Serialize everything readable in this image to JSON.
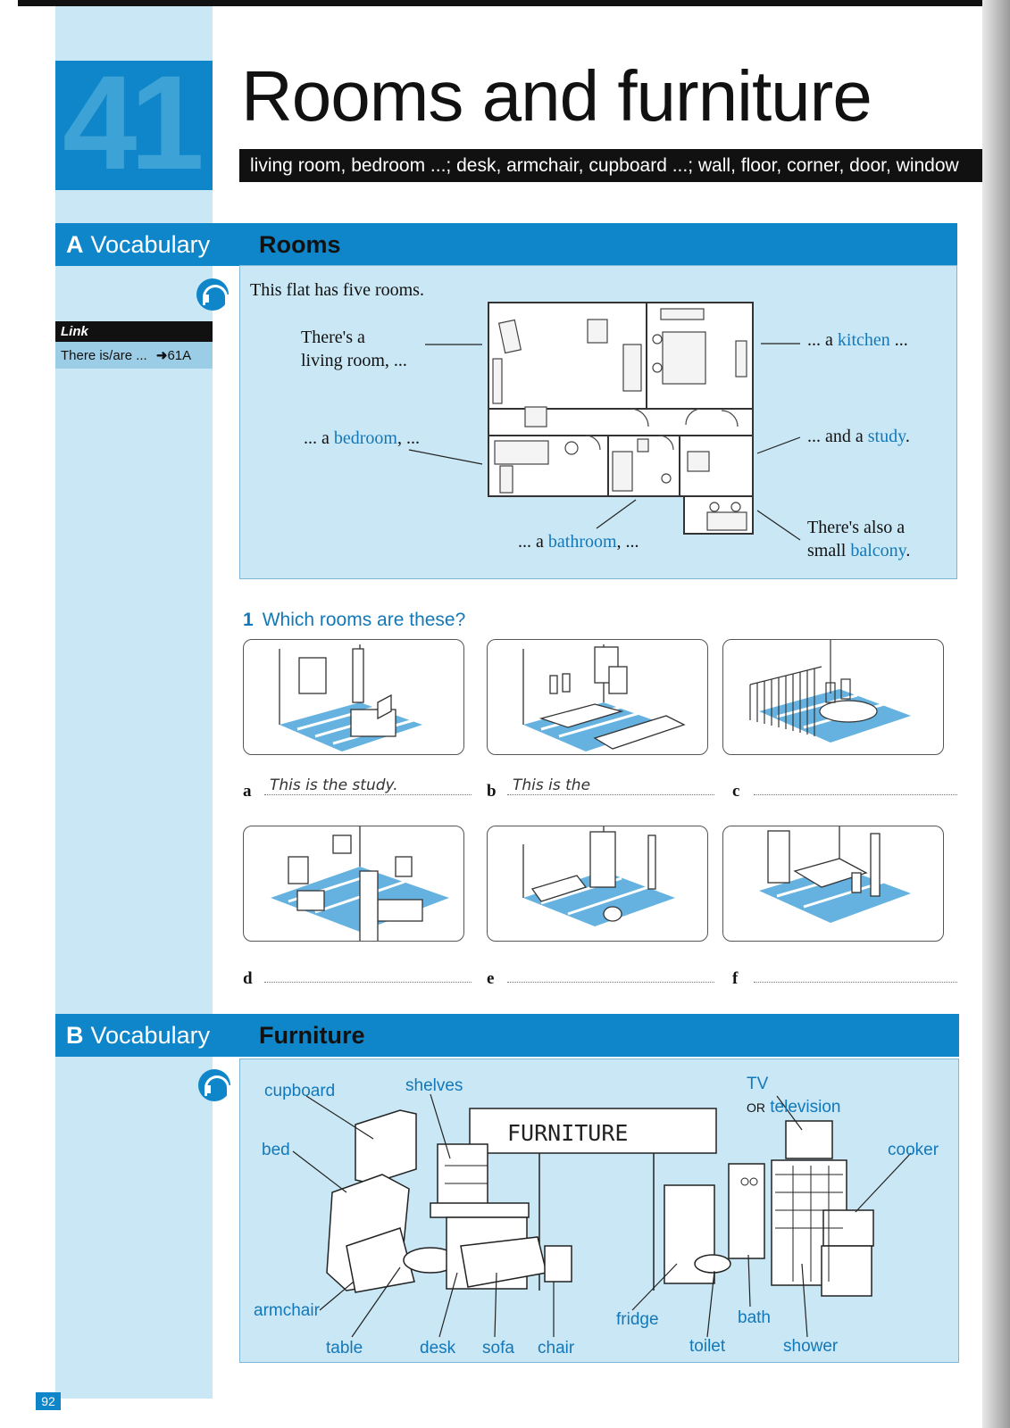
{
  "unit": {
    "number": "41",
    "title": "Rooms and furniture",
    "subtitle": "living room, bedroom ...; desk, armchair, cupboard ...; wall, floor, corner, door, window"
  },
  "sectionA": {
    "letter": "A",
    "label": "Vocabulary",
    "topic": "Rooms"
  },
  "link": {
    "heading": "Link",
    "text": "There is/are ...",
    "ref": "61A"
  },
  "rooms": {
    "intro": "This flat has five rooms.",
    "living_1": "There's a",
    "living_2": "living room, ...",
    "bedroom_pre": "... a ",
    "bedroom": "bedroom",
    "bedroom_post": ", ...",
    "kitchen_pre": "... a ",
    "kitchen": "kitchen",
    "kitchen_post": " ...",
    "study_pre": "... and a ",
    "study": "study",
    "study_post": ".",
    "bathroom_pre": "... a ",
    "bathroom": "bathroom",
    "bathroom_post": ", ...",
    "balcony_1": "There's also a",
    "balcony_2_pre": "small ",
    "balcony": "balcony",
    "balcony_post": "."
  },
  "exercise": {
    "number": "1",
    "question": "Which rooms are these?",
    "answers": [
      {
        "letter": "a",
        "text": "This is the study."
      },
      {
        "letter": "b",
        "text": "This is the"
      },
      {
        "letter": "c",
        "text": ""
      },
      {
        "letter": "d",
        "text": ""
      },
      {
        "letter": "e",
        "text": ""
      },
      {
        "letter": "f",
        "text": ""
      }
    ]
  },
  "sectionB": {
    "letter": "B",
    "label": "Vocabulary",
    "topic": "Furniture"
  },
  "furniture": {
    "sign": "FURNITURE",
    "labels": {
      "cupboard": "cupboard",
      "shelves": "shelves",
      "tv": "TV",
      "or": "OR",
      "television": "television",
      "bed": "bed",
      "cooker": "cooker",
      "armchair": "armchair",
      "fridge": "fridge",
      "bath": "bath",
      "table": "table",
      "desk": "desk",
      "sofa": "sofa",
      "chair": "chair",
      "toilet": "toilet",
      "shower": "shower"
    }
  },
  "page_number": "92",
  "colors": {
    "accent": "#0e86c9",
    "panel": "#c9e7f4",
    "text_blue": "#1478b8"
  }
}
